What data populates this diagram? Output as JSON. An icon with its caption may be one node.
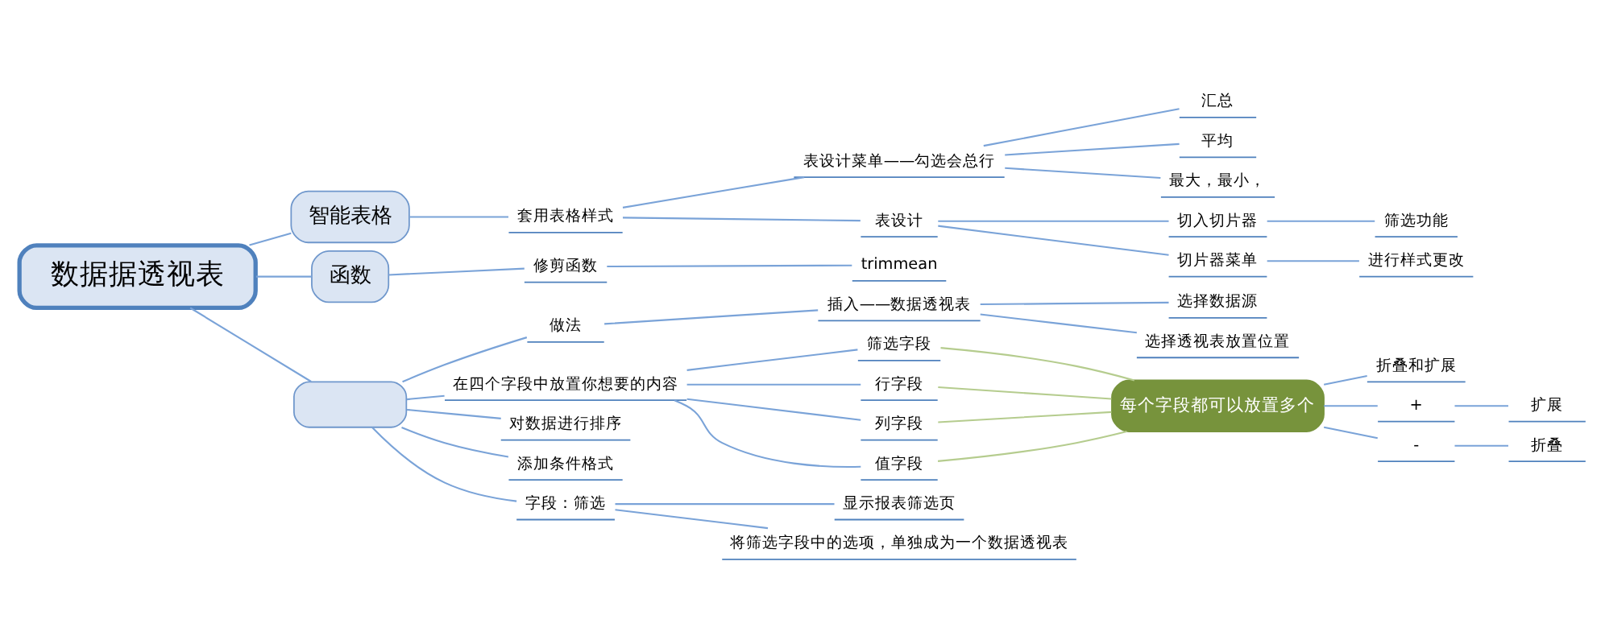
{
  "diagram": {
    "nodes": [
      {
        "text": [
          "数据据透视表"
        ]
      },
      {
        "text": [
          "智能表格"
        ]
      },
      {
        "text": [
          "套用表格样式"
        ]
      },
      {
        "text": [
          "表设计菜单——勾选会总行"
        ]
      },
      {
        "text": [
          "汇总"
        ]
      },
      {
        "text": [
          "平均"
        ]
      },
      {
        "text": [
          "最大，最小，"
        ]
      },
      {
        "text": [
          "表设计"
        ]
      },
      {
        "text": [
          "切入切片器"
        ]
      },
      {
        "text": [
          "筛选功能"
        ]
      },
      {
        "text": [
          "切片器菜单"
        ]
      },
      {
        "text": [
          "进行样式更改"
        ]
      },
      {
        "text": [
          "函数"
        ]
      },
      {
        "text": [
          "修剪函数"
        ]
      },
      {
        "text": [
          "trimmean"
        ]
      },
      {
        "text": [],
        "shape": "box"
      },
      {
        "text": [
          "做法"
        ]
      },
      {
        "text": [
          "插入——数据透视表"
        ]
      },
      {
        "text": [
          "选择数据源"
        ]
      },
      {
        "text": [
          "选择透视表放置位置"
        ]
      },
      {
        "text": [
          "在四个字段中放置你想要的内容"
        ]
      },
      {
        "text": [
          "筛选字段"
        ]
      },
      {
        "text": [
          "行字段"
        ]
      },
      {
        "text": [
          "列字段"
        ]
      },
      {
        "text": [
          "值字段"
        ]
      },
      {
        "text": [
          "每个字段都可以放置多个"
        ]
      },
      {
        "text": [
          "折叠和扩展"
        ]
      },
      {
        "text": [
          "+"
        ]
      },
      {
        "text": [
          "扩展"
        ]
      },
      {
        "text": [
          "-"
        ]
      },
      {
        "text": [
          "折叠"
        ]
      },
      {
        "text": [
          "对数据进行排序"
        ]
      },
      {
        "text": [
          "添加条件格式"
        ]
      },
      {
        "text": [
          "字段：筛选"
        ]
      },
      {
        "text": [
          "显示报表筛选页"
        ]
      },
      {
        "text": [
          "将筛选字段中的选项，单独成为一个数据透视表"
        ]
      }
    ],
    "edges": [
      {
        "from": 0,
        "to": 1,
        "arrow": "none"
      },
      {
        "from": 1,
        "to": 2,
        "arrow": "none"
      },
      {
        "from": 2,
        "to": 3,
        "arrow": "none"
      },
      {
        "from": 3,
        "to": 4,
        "arrow": "none"
      },
      {
        "from": 3,
        "to": 5,
        "arrow": "none"
      },
      {
        "from": 3,
        "to": 6,
        "arrow": "none"
      },
      {
        "from": 2,
        "to": 7,
        "arrow": "none"
      },
      {
        "from": 7,
        "to": 8,
        "arrow": "none"
      },
      {
        "from": 8,
        "to": 9,
        "arrow": "none"
      },
      {
        "from": 7,
        "to": 10,
        "arrow": "none"
      },
      {
        "from": 10,
        "to": 11,
        "arrow": "none"
      },
      {
        "from": 0,
        "to": 12,
        "arrow": "none"
      },
      {
        "from": 12,
        "to": 13,
        "arrow": "none"
      },
      {
        "from": 13,
        "to": 14,
        "arrow": "none"
      },
      {
        "from": 0,
        "to": 15,
        "arrow": "none"
      },
      {
        "from": 15,
        "to": 16,
        "arrow": "none"
      },
      {
        "from": 16,
        "to": 17,
        "arrow": "none"
      },
      {
        "from": 17,
        "to": 18,
        "arrow": "none"
      },
      {
        "from": 17,
        "to": 19,
        "arrow": "none"
      },
      {
        "from": 15,
        "to": 20,
        "arrow": "none"
      },
      {
        "from": 20,
        "to": 21,
        "arrow": "none"
      },
      {
        "from": 20,
        "to": 22,
        "arrow": "none"
      },
      {
        "from": 20,
        "to": 23,
        "arrow": "none"
      },
      {
        "from": 20,
        "to": 24,
        "arrow": "none"
      },
      {
        "from": 21,
        "to": 25,
        "arrow": "none",
        "color": "#b5cc8e"
      },
      {
        "from": 22,
        "to": 25,
        "arrow": "none",
        "color": "#b5cc8e"
      },
      {
        "from": 23,
        "to": 25,
        "arrow": "none",
        "color": "#b5cc8e"
      },
      {
        "from": 24,
        "to": 25,
        "arrow": "none",
        "color": "#b5cc8e"
      },
      {
        "from": 25,
        "to": 26,
        "arrow": "none"
      },
      {
        "from": 25,
        "to": 27,
        "arrow": "none"
      },
      {
        "from": 27,
        "to": 28,
        "arrow": "none"
      },
      {
        "from": 25,
        "to": 29,
        "arrow": "none"
      },
      {
        "from": 29,
        "to": 30,
        "arrow": "none"
      },
      {
        "from": 15,
        "to": 31,
        "arrow": "none"
      },
      {
        "from": 15,
        "to": 32,
        "arrow": "none"
      },
      {
        "from": 15,
        "to": 33,
        "arrow": "none"
      },
      {
        "from": 33,
        "to": 34,
        "arrow": "none"
      },
      {
        "from": 33,
        "to": 35,
        "arrow": "none"
      }
    ]
  }
}
